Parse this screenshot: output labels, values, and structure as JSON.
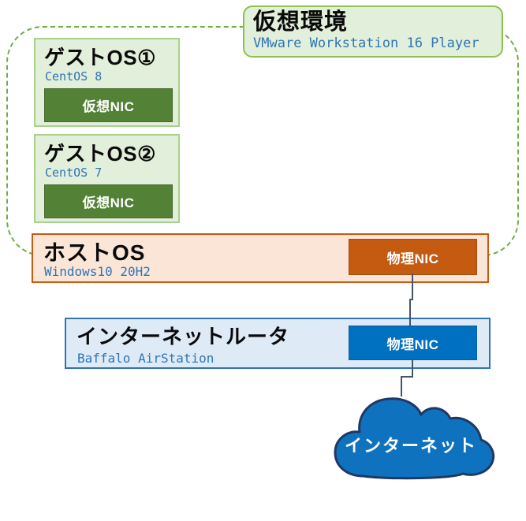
{
  "env": {
    "title": "仮想環境",
    "subtitle": "VMware Workstation 16 Player"
  },
  "guests": [
    {
      "title": "ゲストOS①",
      "os": "CentOS 8",
      "nic": "仮想NIC"
    },
    {
      "title": "ゲストOS②",
      "os": "CentOS 7",
      "nic": "仮想NIC"
    }
  ],
  "host": {
    "title": "ホストOS",
    "os": "Windows10 20H2",
    "nic": "物理NIC"
  },
  "router": {
    "title": "インターネットルータ",
    "model": "Baffalo AirStation",
    "nic": "物理NIC"
  },
  "internet": {
    "label": "インターネット"
  },
  "colors": {
    "env_dashed_border": "#70AD47",
    "env_label_bg": "#E2EFDA",
    "env_label_border": "#8CC152",
    "guest_bg": "#E2EFDA",
    "guest_border": "#A9D18E",
    "virtual_nic_bg": "#538135",
    "host_bg": "#FBE5D6",
    "host_border": "#C55A11",
    "host_nic_bg": "#C55A11",
    "router_bg": "#DEEBF7",
    "router_border": "#2E75B6",
    "router_nic_bg": "#0070C0",
    "cloud_fill": "#0F72BE",
    "cloud_border": "#1F3864",
    "connector": "#44546A",
    "accent_text_blue": "#2E75B6"
  }
}
